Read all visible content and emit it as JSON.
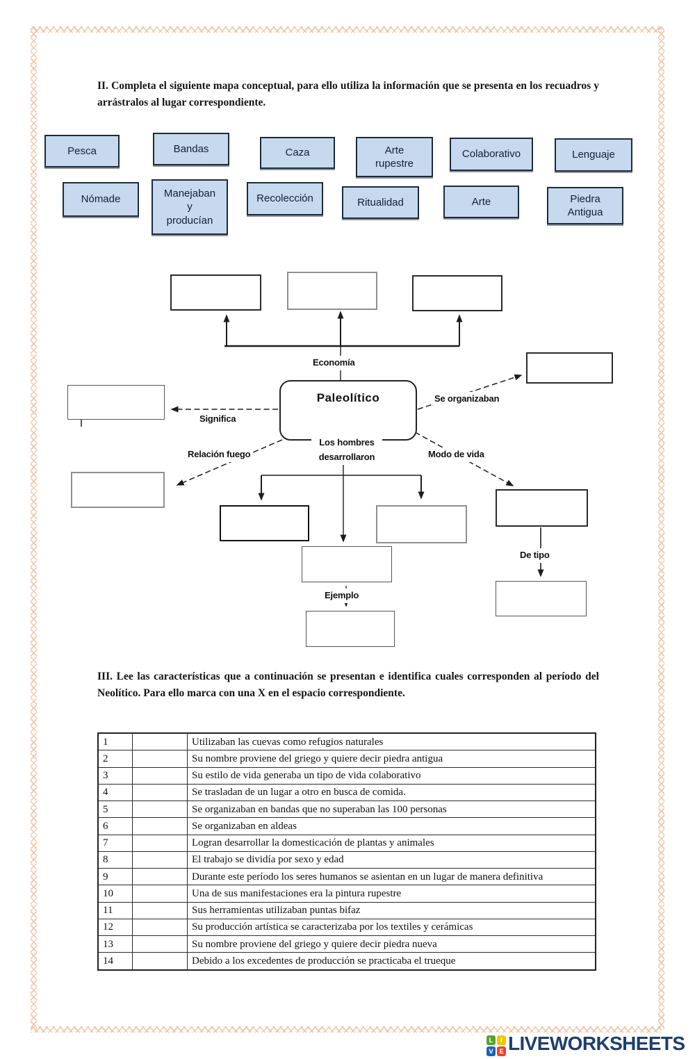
{
  "colors": {
    "chip_fill": "#c6d9ee",
    "chip_border": "#1c2b3a",
    "frame_pattern": "#eec9ad",
    "brand_navy": "#1d3e6e"
  },
  "section2": {
    "heading": "II. Completa el siguiente mapa conceptual, para ello utiliza la información que se presenta en los recuadros y arrástralos al lugar correspondiente.",
    "chips": [
      {
        "label": "Pesca"
      },
      {
        "label": "Bandas"
      },
      {
        "label": "Caza"
      },
      {
        "label": "Arte\nrupestre"
      },
      {
        "label": "Colaborativo"
      },
      {
        "label": "Lenguaje"
      },
      {
        "label": "Nómade"
      },
      {
        "label": "Manejaban\ny\nproducían"
      },
      {
        "label": "Recolección"
      },
      {
        "label": "Ritualidad"
      },
      {
        "label": "Arte"
      },
      {
        "label": "Piedra\nAntigua"
      }
    ]
  },
  "concept_map": {
    "center": "Paleolítico",
    "labels": {
      "economia": "Economía",
      "se_organizaban": "Se organizaban",
      "significa": "Significa",
      "relacion_fuego": "Relación fuego",
      "los_hombres": "Los hombres\ndesarrollaron",
      "modo_de_vida": "Modo de vida",
      "de_tipo": "De tipo",
      "ejemplo": "Ejemplo"
    }
  },
  "section3": {
    "heading": "III. Lee las características que a continuación se presentan e identifica cuales corresponden al período del Neolítico. Para ello marca con una X en el espacio correspondiente.",
    "rows": [
      {
        "n": "1",
        "text": "Utilizaban las cuevas como refugios naturales"
      },
      {
        "n": "2",
        "text": "Su nombre proviene del griego y quiere decir piedra antigua"
      },
      {
        "n": "3",
        "text": "Su estilo de vida generaba un tipo de vida colaborativo"
      },
      {
        "n": "4",
        "text": "Se trasladan de un lugar a otro en busca de comida."
      },
      {
        "n": "5",
        "text": "Se organizaban en bandas que no superaban las 100 personas"
      },
      {
        "n": "6",
        "text": "Se organizaban en aldeas"
      },
      {
        "n": "7",
        "text": "Logran desarrollar la domesticación de plantas y animales"
      },
      {
        "n": "8",
        "text": "El trabajo se dividía por sexo y edad"
      },
      {
        "n": "9",
        "text": "Durante este período los seres humanos se asientan en un lugar de manera definitiva"
      },
      {
        "n": "10",
        "text": "Una de sus manifestaciones era la pintura rupestre"
      },
      {
        "n": "11",
        "text": "Sus herramientas utilizaban puntas bifaz"
      },
      {
        "n": "12",
        "text": "Su producción artística se caracterizaba por los textiles y cerámicas"
      },
      {
        "n": "13",
        "text": "Su nombre proviene del griego y quiere decir piedra nueva"
      },
      {
        "n": "14",
        "text": "Debido a los excedentes de producción se practicaba el trueque"
      }
    ]
  },
  "footer": {
    "brand": "LIVEWORKSHEETS",
    "tiles": [
      {
        "letter": "L",
        "color": "#56a42c"
      },
      {
        "letter": "I",
        "color": "#f2c500"
      },
      {
        "letter": "V",
        "color": "#1c63b7"
      },
      {
        "letter": "E",
        "color": "#e8442e"
      }
    ]
  }
}
